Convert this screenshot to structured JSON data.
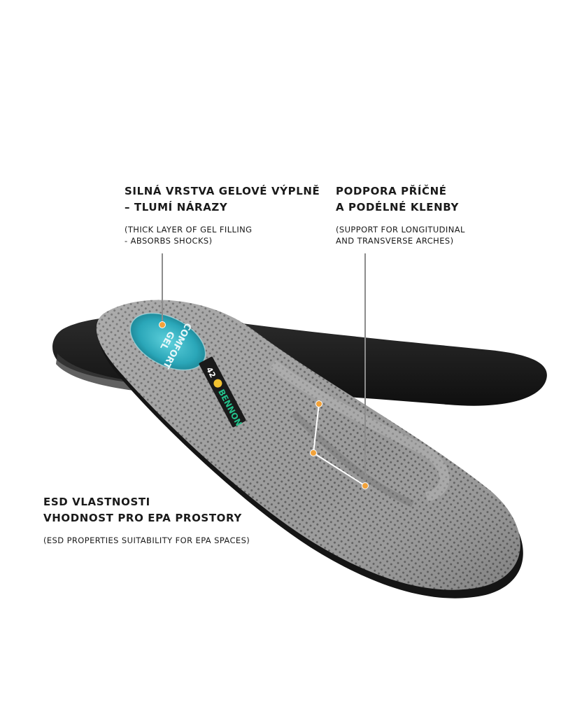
{
  "annotations": {
    "gel": {
      "title_line1": "SILNÁ VRSTVA GELOVÉ VÝPLNĚ",
      "title_line2": "– TLUMÍ NÁRAZY",
      "sub_line1": "(THICK LAYER OF GEL FILLING",
      "sub_line2": "- ABSORBS SHOCKS)"
    },
    "arch": {
      "title_line1": "PODPORA PŘÍČNÉ",
      "title_line2": "A PODÉLNÉ KLENBY",
      "sub_line1": "(SUPPORT FOR LONGITUDINAL",
      "sub_line2": "AND TRANSVERSE ARCHES)"
    },
    "esd": {
      "title_line1": "ESD VLASTNOSTI",
      "title_line2": "VHODNOST PRO EPA PROSTORY",
      "sub_line1": "(ESD PROPERTIES SUITABILITY FOR EPA SPACES)"
    }
  },
  "insole_print": {
    "gel_label_line1": "COMFORT",
    "gel_label_line2": "GEL",
    "size": "42",
    "brand": "BENNON"
  },
  "colors": {
    "accent_orange": "#f2a23a",
    "brand_green": "#23c08a",
    "gel_blue": "#2aa6b8",
    "insole_gray": "#8d8d8d",
    "insole_black": "#1b1b1b"
  }
}
